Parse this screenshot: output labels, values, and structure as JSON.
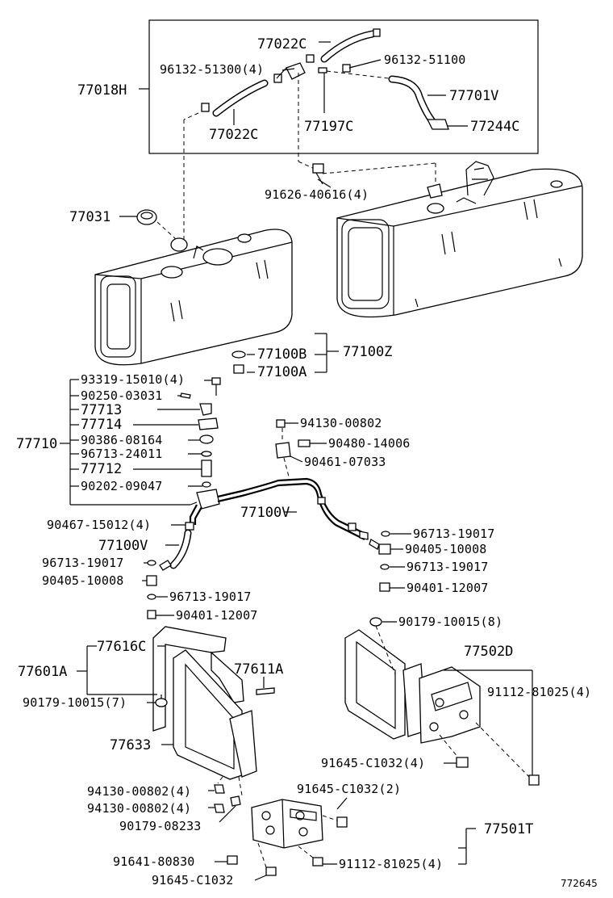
{
  "diagram_id": "772645",
  "labels": {
    "l77022c_top": "77022C",
    "l96132_51300": "96132-51300(4)",
    "l96132_51100": "96132-51100",
    "l77018h": "77018H",
    "l77701v": "77701V",
    "l77022c_bot": "77022C",
    "l77197c": "77197C",
    "l77244c": "77244C",
    "l91626": "91626-40616(4)",
    "l77031": "77031",
    "l77100b": "77100B",
    "l77100z": "77100Z",
    "l77100a": "77100A",
    "l93319": "93319-15010(4)",
    "l90250": "90250-03031",
    "l77713": "77713",
    "l77714": "77714",
    "l77710": "77710",
    "l90386": "90386-08164",
    "l96713_24011": "96713-24011",
    "l77712": "77712",
    "l90202": "90202-09047",
    "l94130_top": "94130-00802",
    "l90480": "90480-14006",
    "l90461": "90461-07033",
    "l90467": "90467-15012(4)",
    "l77100v_right": "77100V",
    "l96713_19017_r1": "96713-19017",
    "l77100v_left": "77100V",
    "l90405_r": "90405-10008",
    "l96713_19017_l1": "96713-19017",
    "l96713_19017_r2": "96713-19017",
    "l90405_l": "90405-10008",
    "l90401_r": "90401-12007",
    "l96713_19017_l2": "96713-19017",
    "l90401_l": "90401-12007",
    "l90179_10015_8": "90179-10015(8)",
    "l77616c": "77616C",
    "l77502d": "77502D",
    "l77601a": "77601A",
    "l77611a": "77611A",
    "l91112_81025_4a": "91112-81025(4)",
    "l90179_10015_7": "90179-10015(7)",
    "l77633": "77633",
    "l91645_c1032_4": "91645-C1032(4)",
    "l94130_00802_4a": "94130-00802(4)",
    "l91645_c1032_2": "91645-C1032(2)",
    "l94130_00802_4b": "94130-00802(4)",
    "l90179_08233": "90179-08233",
    "l77501t": "77501T",
    "l91641": "91641-80830",
    "l91112_81025_4b": "91112-81025(4)",
    "l91645_c1032": "91645-C1032"
  }
}
